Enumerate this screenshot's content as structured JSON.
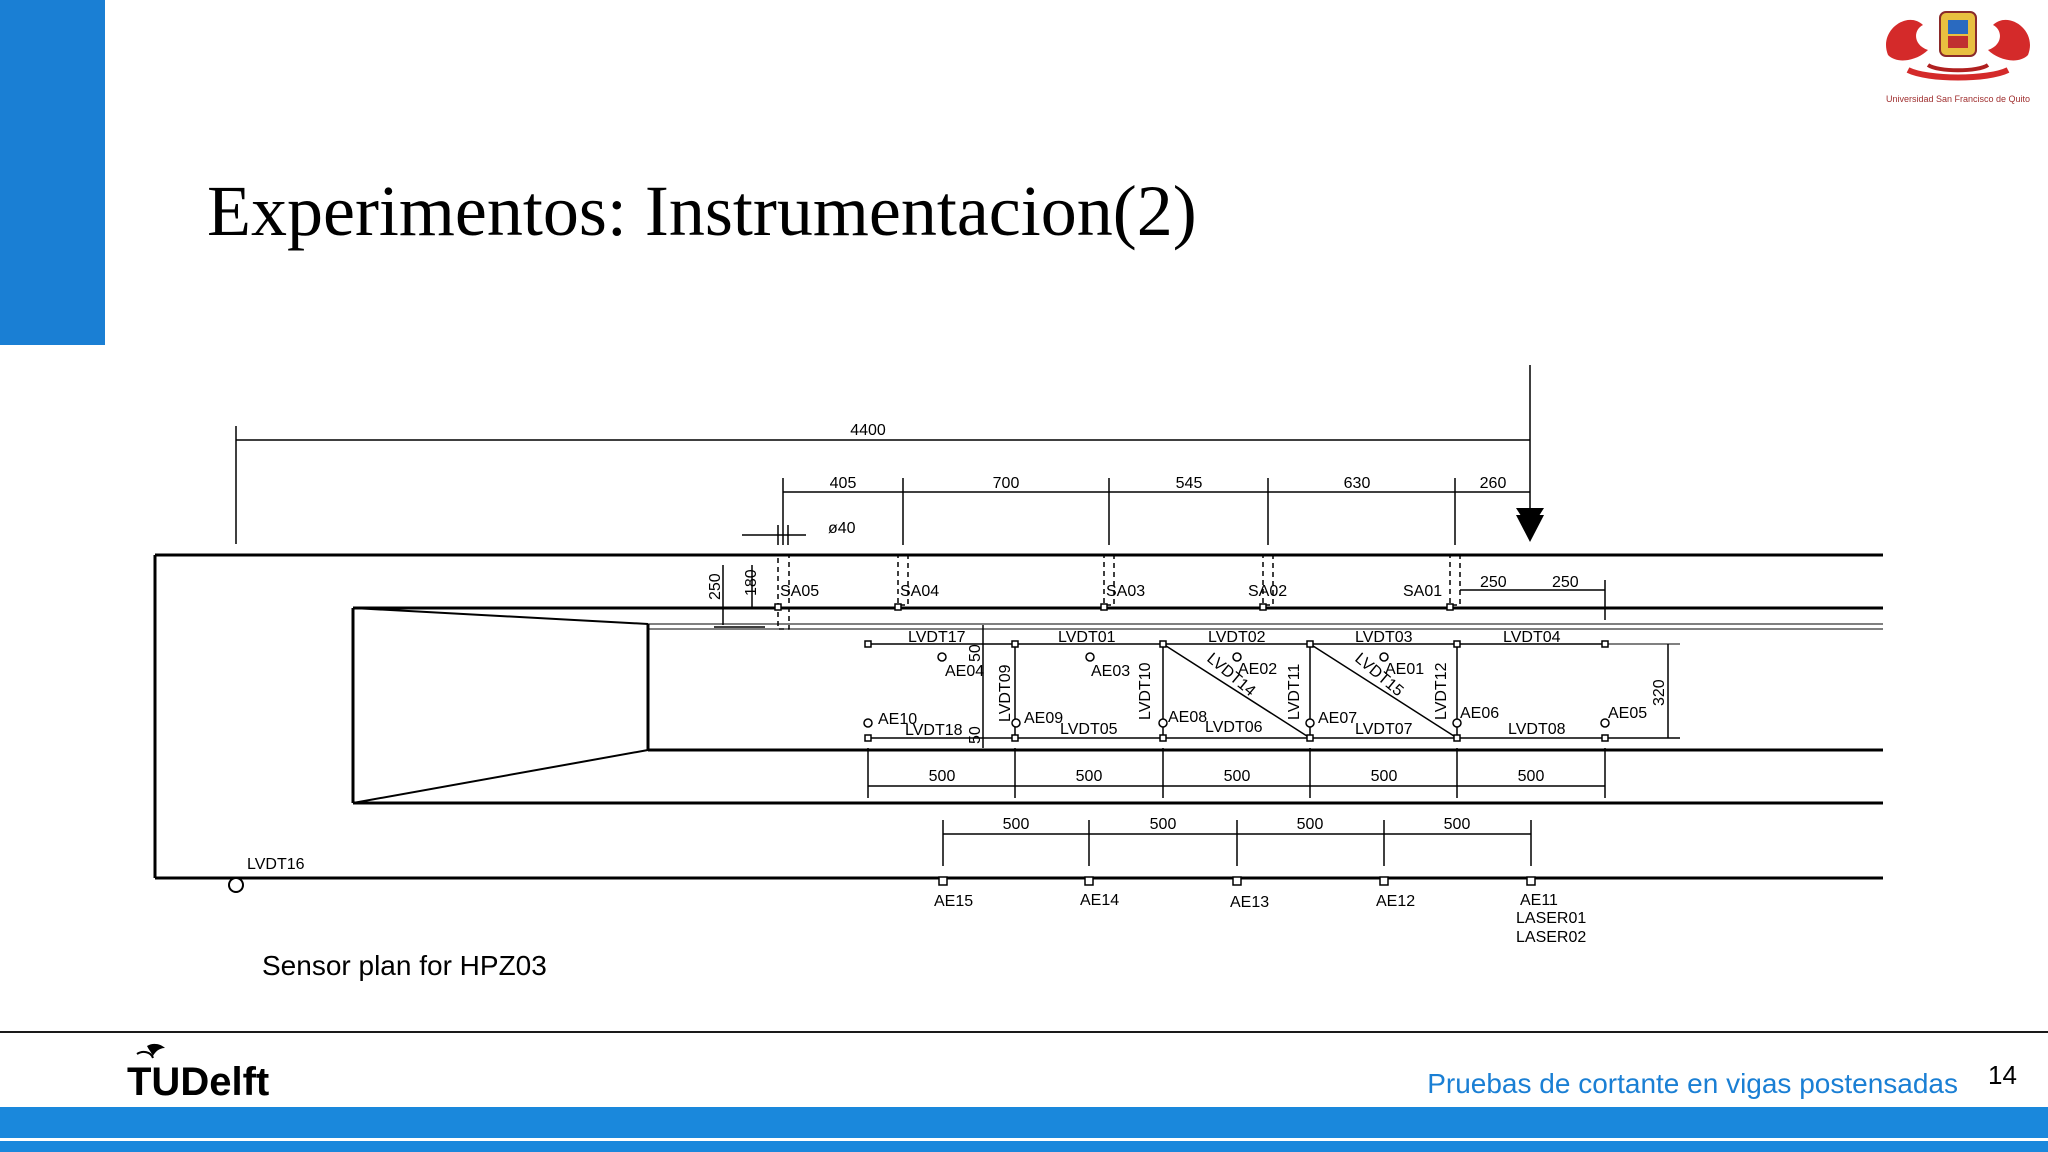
{
  "slide": {
    "title": "Experimentos: Instrumentacion(2)",
    "caption": "Sensor plan for HPZ03",
    "footer_text": "Pruebas de cortante en vigas postensadas",
    "page_number": "14",
    "accent_color": "#1a7fd4"
  },
  "logos": {
    "tudelft": "TUDelft",
    "usfq": "Universidad San Francisco de Quito"
  },
  "drawing": {
    "top_dims": {
      "overall": "4400",
      "segments": [
        "405",
        "700",
        "545",
        "630",
        "260"
      ],
      "diameter": "ø40"
    },
    "left_dims": {
      "outer": "250",
      "inner": "180"
    },
    "right_dims": {
      "a": "250",
      "b": "250",
      "height": "320"
    },
    "sa_labels": [
      "SA05",
      "SA04",
      "SA03",
      "SA02",
      "SA01"
    ],
    "lvdt_top": [
      "LVDT17",
      "LVDT01",
      "LVDT02",
      "LVDT03",
      "LVDT04"
    ],
    "lvdt_bottom": [
      "LVDT18",
      "LVDT05",
      "LVDT06",
      "LVDT07",
      "LVDT08"
    ],
    "lvdt_vertical": [
      "LVDT09",
      "LVDT10",
      "LVDT11",
      "LVDT12"
    ],
    "lvdt_diag": [
      "LVDT14",
      "LVDT15"
    ],
    "ae_upper": [
      "AE04",
      "AE03",
      "AE02",
      "AE01"
    ],
    "ae_lower": [
      "AE10",
      "AE09",
      "AE08",
      "AE07",
      "AE06",
      "AE05"
    ],
    "ae_bottom": [
      "AE15",
      "AE14",
      "AE13",
      "AE12",
      "AE11"
    ],
    "laser": [
      "LASER01",
      "LASER02"
    ],
    "lvdt16": "LVDT16",
    "small_dims": [
      "50",
      "50"
    ],
    "row1_dims": [
      "500",
      "500",
      "500",
      "500",
      "500"
    ],
    "row2_dims": [
      "500",
      "500",
      "500",
      "500"
    ]
  }
}
